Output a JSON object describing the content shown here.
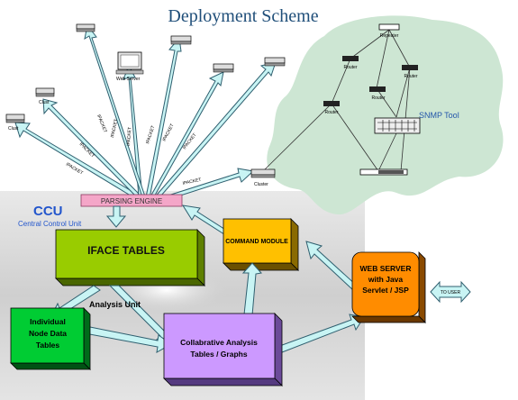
{
  "title": "Deployment Scheme",
  "ccu": {
    "name": "CCU",
    "subtitle": "Central Control Unit"
  },
  "snmp_tool": "SNMP Tool",
  "parsing_engine": "PARSING ENGINE",
  "iface_tables": "IFACE TABLES",
  "command_module": "COMMAND MODULE",
  "analysis_unit": "Analysis Unit",
  "individual_tables": [
    "Individual",
    "Node Data",
    "Tables"
  ],
  "collaborative": [
    "Collabrative Analysis",
    "Tables / Graphs"
  ],
  "web_server": [
    "WEB SERVER",
    "with Java",
    "Servlet / JSP"
  ],
  "to_user": "TO USER",
  "cluster_labels": [
    "Clust",
    "Clust",
    "Web Server",
    "Cluster"
  ],
  "packet_labels": [
    "IPACKET",
    "IPACKET",
    "IPACKET",
    "IPACKET",
    "IPACKET",
    "IPACKET",
    "IPACKET",
    "IPACKET",
    "IPACKET"
  ],
  "network": {
    "repeater": "Repeater",
    "routers": [
      "Router",
      "Router",
      "Router",
      "Router"
    ]
  },
  "colors": {
    "title": "#1f4e79",
    "arrow_fill": "#c8f4f4",
    "arrow_stroke": "#2f5f6f",
    "cloud": "#cde6d3",
    "ccu_panel": "#d4d4d4",
    "parsing_engine": "#f4a6c8",
    "iface_tables": "#99cc00",
    "command_module": "#ffc000",
    "individual_tables": "#00cc33",
    "collaborative": "#cc99ff",
    "web_server": "#ff8c00"
  }
}
